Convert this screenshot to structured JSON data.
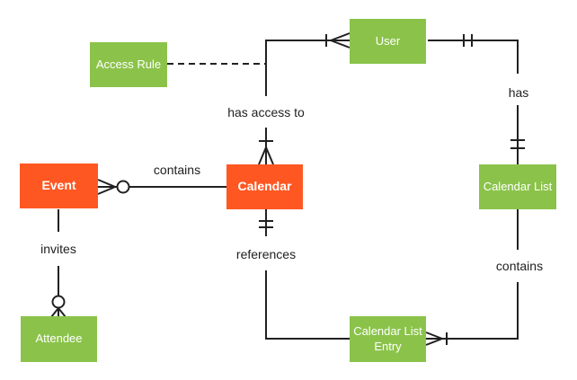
{
  "diagram": {
    "kind": "entity-relationship-diagram",
    "subject": "Calendar concepts",
    "colors": {
      "entity_orange": "#FF5722",
      "entity_green": "#8BC34A",
      "entity_text": "#FFFFFF",
      "line": "#212121",
      "label_text": "#212121",
      "background": "#FFFFFF"
    },
    "entities": {
      "event": {
        "label": "Event",
        "color": "#FF5722"
      },
      "calendar": {
        "label": "Calendar",
        "color": "#FF5722"
      },
      "access_rule": {
        "label": "Access Rule",
        "color": "#8BC34A"
      },
      "user": {
        "label": "User",
        "color": "#8BC34A"
      },
      "calendar_list": {
        "label": "Calendar List",
        "color": "#8BC34A"
      },
      "calendar_list_entry": {
        "label": "Calendar List Entry",
        "color": "#8BC34A"
      },
      "attendee": {
        "label": "Attendee",
        "color": "#8BC34A"
      }
    },
    "relationships": {
      "user_has_access_to_calendar": {
        "label": "has access to",
        "between": [
          "User",
          "Calendar"
        ],
        "marker_at_user": "one-or-many (bar + crow's foot)",
        "marker_at_calendar": "one-or-many (bar + crow's foot)",
        "line_style": "solid"
      },
      "access_rule_annotation": {
        "label": "",
        "between": [
          "Access Rule",
          "user_has_access_to_calendar relationship line"
        ],
        "line_style": "dashed"
      },
      "user_has_calendar_list": {
        "label": "has",
        "between": [
          "User",
          "Calendar List"
        ],
        "marker_at_user": "one-and-only-one (double bar)",
        "marker_at_calendar_list": "one-and-only-one (double bar)",
        "line_style": "solid"
      },
      "calendar_contains_event": {
        "label": "contains",
        "between": [
          "Calendar",
          "Event"
        ],
        "marker_at_event": "zero-or-many (crow's foot + circle)",
        "line_style": "solid"
      },
      "event_invites_attendee": {
        "label": "invites",
        "between": [
          "Event",
          "Attendee"
        ],
        "marker_at_attendee": "zero-or-many (circle + crow's foot)",
        "line_style": "solid"
      },
      "calendar_list_entry_references_calendar": {
        "label": "references",
        "between": [
          "Calendar",
          "Calendar List Entry"
        ],
        "marker_at_calendar": "one-and-only-one (double bar)",
        "line_style": "solid"
      },
      "calendar_list_contains_entry": {
        "label": "contains",
        "between": [
          "Calendar List",
          "Calendar List Entry"
        ],
        "marker_at_calendar_list_entry": "one-or-many (crow's foot + bar)",
        "line_style": "solid"
      }
    }
  }
}
